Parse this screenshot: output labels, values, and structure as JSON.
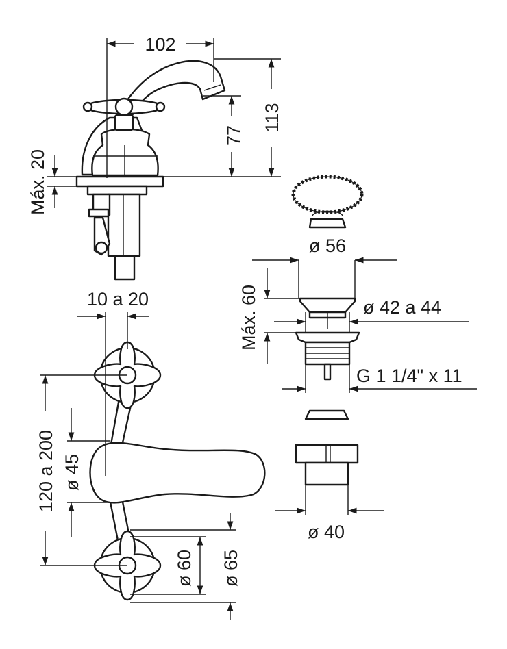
{
  "dimensions": {
    "spout_reach": "102",
    "total_height": "113",
    "spout_height": "77",
    "max_thickness": "Máx. 20",
    "drain_diameter": "ø 56",
    "drain_max_thickness": "Máx. 60",
    "flange_diameter": "ø 42 a 44",
    "thread": "G 1 1/4\" x 11",
    "nut_diameter": "ø 40",
    "handle_offset": "10 a 20",
    "handle_spacing": "120 a 200",
    "base_diameter": "ø 45",
    "rosette_diameter": "ø 60",
    "handle_diameter": "ø 65"
  },
  "colors": {
    "line": "#1a1a1a",
    "background": "#ffffff"
  }
}
